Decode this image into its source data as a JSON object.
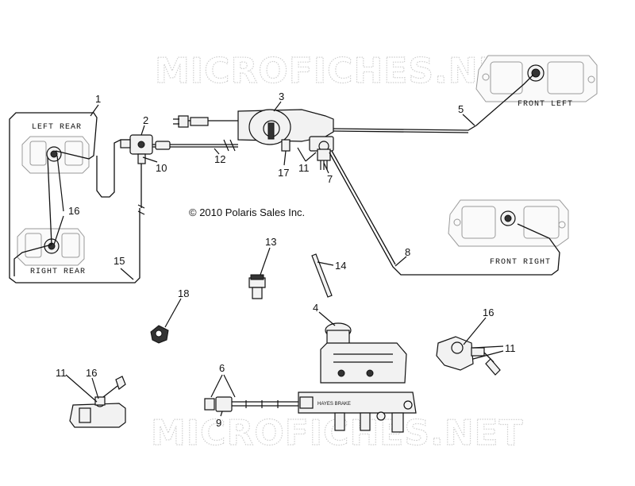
{
  "watermark": "MICROFICHES.NET",
  "copyright": "© 2010 Polaris Sales Inc.",
  "captions": {
    "left_rear": "LEFT REAR",
    "right_rear": "RIGHT REAR",
    "front_left": "FRONT LEFT",
    "front_right": "FRONT RIGHT",
    "master_cylinder_brand": "HAYES BRAKE"
  },
  "callouts": [
    {
      "id": "c1",
      "label": "1"
    },
    {
      "id": "c2",
      "label": "2"
    },
    {
      "id": "c3",
      "label": "3"
    },
    {
      "id": "c4",
      "label": "4"
    },
    {
      "id": "c5",
      "label": "5"
    },
    {
      "id": "c6",
      "label": "6"
    },
    {
      "id": "c7",
      "label": "7"
    },
    {
      "id": "c8",
      "label": "8"
    },
    {
      "id": "c9",
      "label": "9"
    },
    {
      "id": "c10",
      "label": "10"
    },
    {
      "id": "c11a",
      "label": "11"
    },
    {
      "id": "c11b",
      "label": "11"
    },
    {
      "id": "c11c",
      "label": "11"
    },
    {
      "id": "c12",
      "label": "12"
    },
    {
      "id": "c13",
      "label": "13"
    },
    {
      "id": "c14",
      "label": "14"
    },
    {
      "id": "c15",
      "label": "15"
    },
    {
      "id": "c16a",
      "label": "16"
    },
    {
      "id": "c16b",
      "label": "16"
    },
    {
      "id": "c16c",
      "label": "16"
    },
    {
      "id": "c17",
      "label": "17"
    },
    {
      "id": "c18",
      "label": "18"
    }
  ]
}
